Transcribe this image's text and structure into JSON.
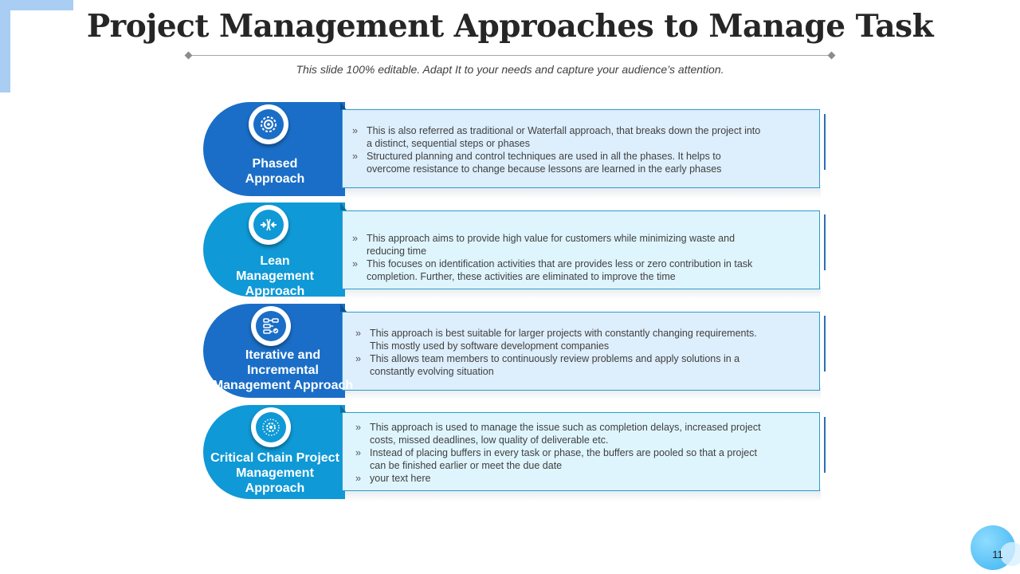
{
  "slide": {
    "title": "Project Management Approaches to Manage Task",
    "subtitle": "This slide 100% editable. Adapt  It to your needs and capture your audience’s attention.",
    "page_number": "11"
  },
  "colors": {
    "dark_blue": "#1a6ec7",
    "mid_blue": "#0f99d6",
    "box_fill_a": "#ddeefc",
    "box_fill_b": "#def5fd",
    "accent_border": "#2e9bcc"
  },
  "bullet_glyph": "»",
  "approaches": [
    {
      "label_lines": [
        "Phased",
        "Approach"
      ],
      "icon": "gear-icon",
      "bullets": [
        [
          "This is also referred  as traditional or Waterfall approach, that breaks down  the project into",
          "a distinct, sequential steps or phases"
        ],
        [
          "Structured planning and control techniques are used in all the phases. It helps to",
          "overcome  resistance to change because lessons are learned  in the early phases"
        ]
      ]
    },
    {
      "label_lines": [
        "Lean",
        "Management",
        "Approach"
      ],
      "icon": "arrows-converge-icon",
      "bullets": [
        [
          "This approach  aims to provide  high value  for customers while minimizing waste and",
          "reducing time"
        ],
        [
          "This focuses on identification  activities that are provides  less or zero contribution in task",
          "completion. Further,  these activities are eliminated to improve  the time"
        ]
      ]
    },
    {
      "label_lines": [
        "Iterative and",
        "Incremental",
        "Management Approach"
      ],
      "icon": "workflow-icon",
      "bullets": [
        [
          "This approach  is best suitable for larger  projects with constantly changing requirements.",
          "This  mostly used by software  development  companies"
        ],
        [
          "This allows team members to continuously review  problems and apply solutions in a",
          "constantly evolving   situation"
        ]
      ]
    },
    {
      "label_lines": [
        "Critical Chain Project",
        "Management",
        "Approach"
      ],
      "icon": "gear-chain-icon",
      "bullets": [
        [
          "This approach  is used to manage the issue such as completion delays, increased project",
          "costs, missed deadlines,  low quality of deliverable  etc."
        ],
        [
          "Instead of placing buffers in  every  task or phase, the buffers  are pooled  so that a project",
          "can be finished  earlier or meet the due date"
        ],
        [
          "your text here"
        ]
      ]
    }
  ]
}
